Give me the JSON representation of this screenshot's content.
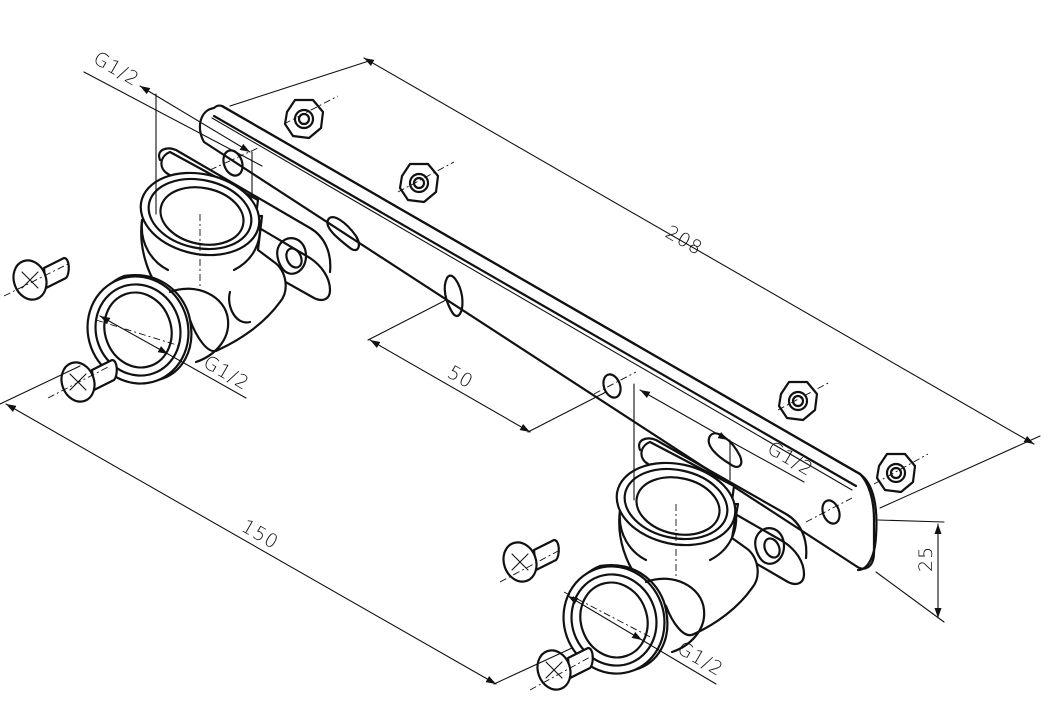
{
  "dimensions": {
    "length_total": "208",
    "length_fitting_spacing": "150",
    "slot_spacing": "50",
    "height": "25"
  },
  "thread_labels": {
    "top_left_outlet": "G1/2",
    "left_inlet": "G1/2",
    "right_outlet": "G1/2",
    "right_inlet": "G1/2"
  },
  "icons": [
    "screw-icon",
    "nut-icon",
    "elbow-fitting-icon",
    "mounting-bar-icon"
  ]
}
